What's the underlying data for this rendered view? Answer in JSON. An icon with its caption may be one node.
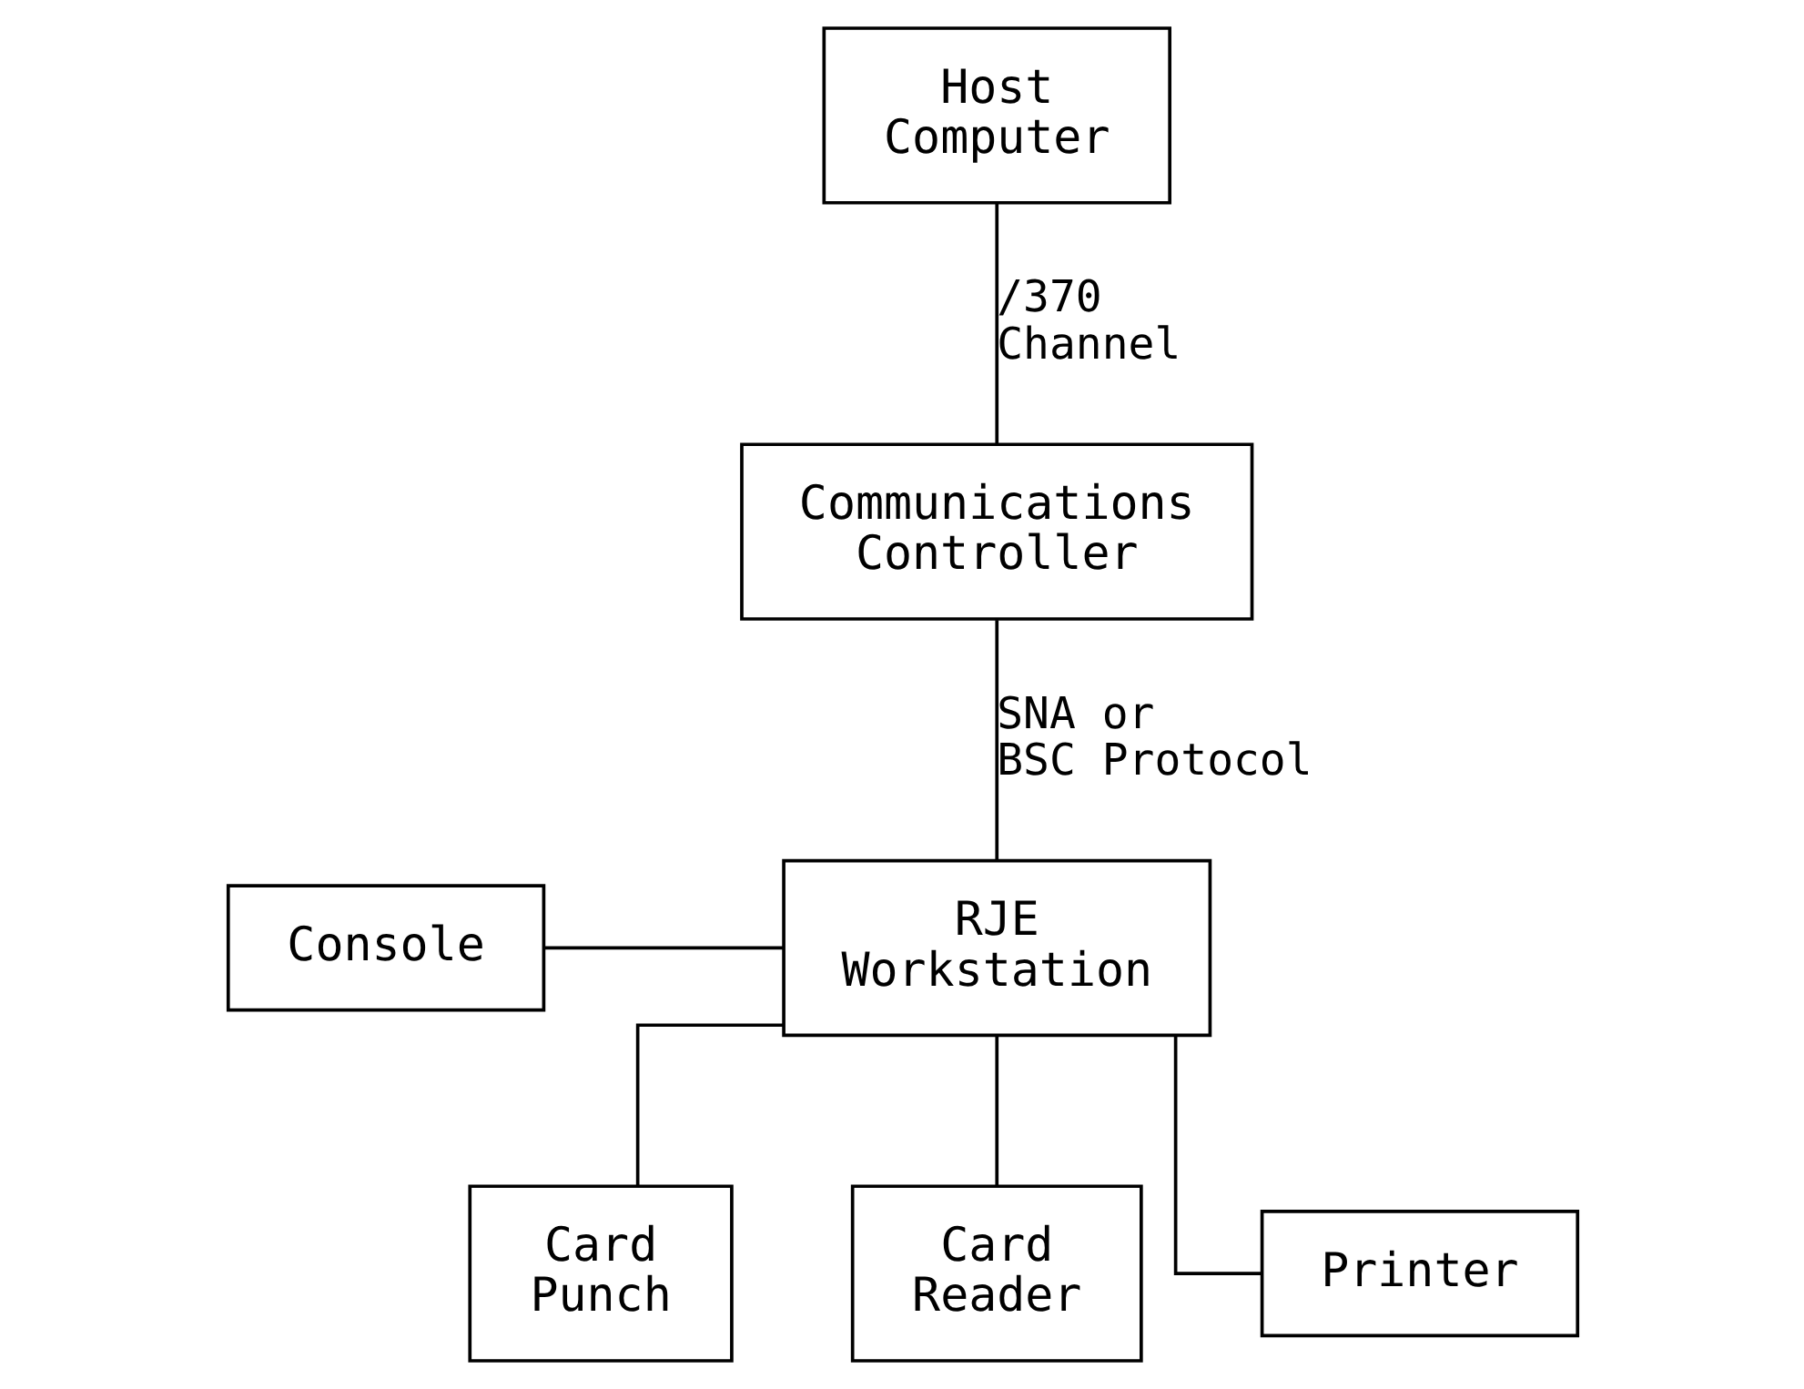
{
  "diagram": {
    "nodes": [
      {
        "text": [
          "Host Computer"
        ]
      },
      {
        "text": [
          "Communications Controller"
        ]
      },
      {
        "text": [
          "RJE Workstation"
        ]
      },
      {
        "text": [
          "Console"
        ]
      },
      {
        "text": [
          "Card Punch"
        ]
      },
      {
        "text": [
          "Card Reader"
        ]
      },
      {
        "text": [
          "Printer"
        ]
      }
    ],
    "edges": [
      {
        "from": 0,
        "to": 1,
        "arrow": "none",
        "label": "/370 Channel"
      },
      {
        "from": 1,
        "to": 2,
        "arrow": "none",
        "label": "SNA or BSC Protocol"
      },
      {
        "from": 3,
        "to": 2,
        "arrow": "none"
      },
      {
        "from": 2,
        "to": 4,
        "arrow": "none"
      },
      {
        "from": 2,
        "to": 5,
        "arrow": "none"
      },
      {
        "from": 2,
        "to": 6,
        "arrow": "none"
      }
    ]
  }
}
